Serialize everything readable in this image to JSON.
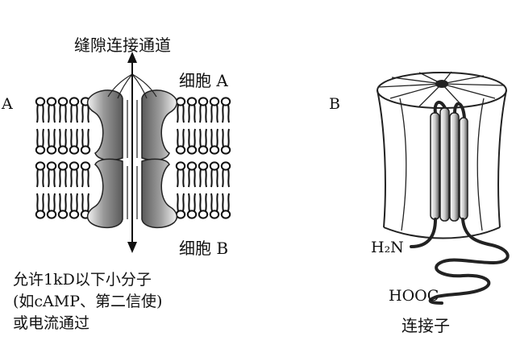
{
  "panel_a": {
    "letter": "A",
    "channel_title": "缝隙连接通道",
    "cell_a_label": "细胞 A",
    "cell_b_label": "细胞 B",
    "note_line1": "允许1kD以下小分子",
    "note_line2": "(如cAMP、第二信使)",
    "note_line3": "或电流通过"
  },
  "panel_b": {
    "letter": "B",
    "h2n_label": "H₂N",
    "hooc_label": "HOOC",
    "connexin_label": "连接子"
  }
}
